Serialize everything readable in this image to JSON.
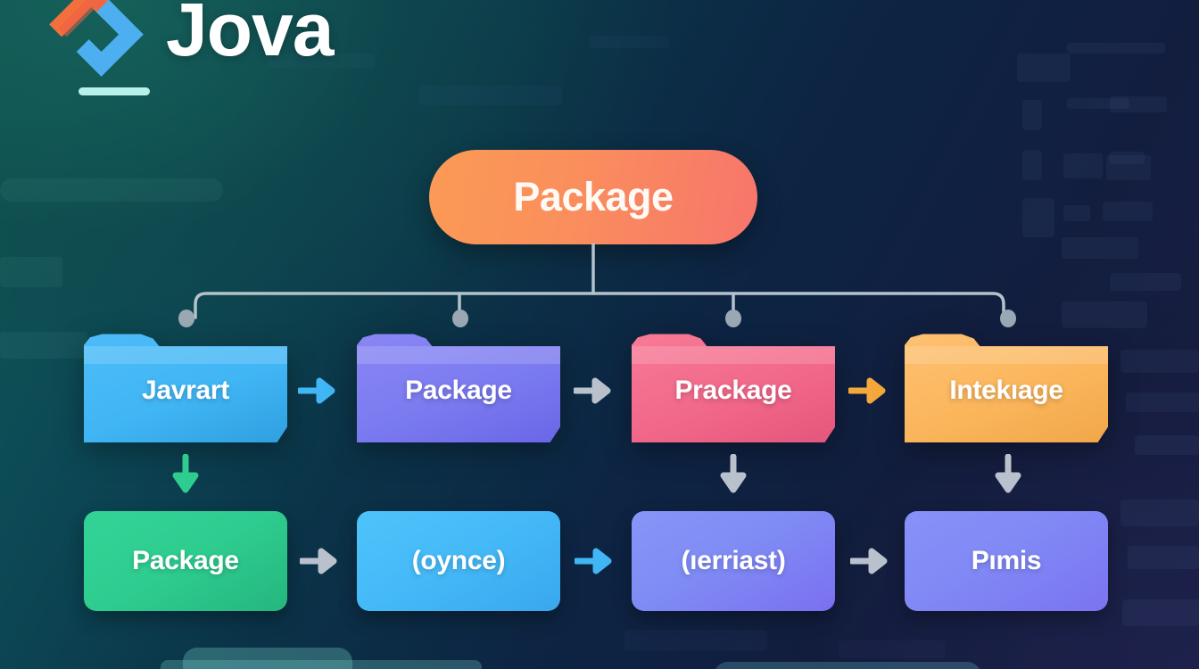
{
  "brand": {
    "name": "Jova",
    "logo_icon": "chevron-bracket-logo-icon",
    "logo_colors": {
      "left": "#f2703c",
      "right": "#4eaff0"
    },
    "underline_color": "#b8f0ea"
  },
  "diagram": {
    "type": "tree",
    "root": {
      "label": "Package",
      "color_start": "#fb9a55",
      "color_end": "#f7756b"
    },
    "folder_row": [
      {
        "label": "Javrart",
        "color": "#41b6f5",
        "color_dark": "#2f9fe0"
      },
      {
        "label": "Package",
        "color": "#7b7bf0",
        "color_dark": "#6a66e6"
      },
      {
        "label": "Prackage",
        "color": "#f2688a",
        "color_dark": "#e4567c"
      },
      {
        "label": "Intekıage",
        "color": "#fbb65c",
        "color_dark": "#f0a748"
      }
    ],
    "folder_arrows": [
      {
        "glyph": "→",
        "color": "#41b6f5",
        "name": "arrow-right-blue"
      },
      {
        "glyph": "→",
        "color": "#b9c2cc",
        "name": "arrow-right-grey"
      },
      {
        "glyph": "→",
        "color": "#f5a93c",
        "name": "arrow-right-amber"
      }
    ],
    "down_arrows": [
      {
        "glyph": "↓",
        "color": "#2ecc8f",
        "name": "arrow-down-green"
      },
      {
        "glyph": "↓",
        "color": "#b9c2cc",
        "name": "arrow-down-grey"
      },
      {
        "glyph": "↓",
        "color": "#b9c2cc",
        "name": "arrow-down-grey"
      }
    ],
    "box_row": [
      {
        "label": "Package",
        "color_start": "#2ecc8f",
        "color_end": "#25b67e"
      },
      {
        "label": "(oynce)",
        "color_start": "#44b9f7",
        "color_end": "#3aa7ee"
      },
      {
        "label": "(ıerriast)",
        "color_start": "#7f8cf5",
        "color_end": "#7b6ff0"
      },
      {
        "label": "Pımis",
        "color_start": "#8089f5",
        "color_end": "#7b73f0"
      }
    ],
    "box_arrows": [
      {
        "glyph": "→",
        "color": "#b9c2cc",
        "name": "arrow-right-grey"
      },
      {
        "glyph": "→",
        "color": "#41b6f5",
        "name": "arrow-right-blue"
      },
      {
        "glyph": "→",
        "color": "#b9c2cc",
        "name": "arrow-right-grey"
      }
    ],
    "connector_color": "#b4c2cb"
  }
}
